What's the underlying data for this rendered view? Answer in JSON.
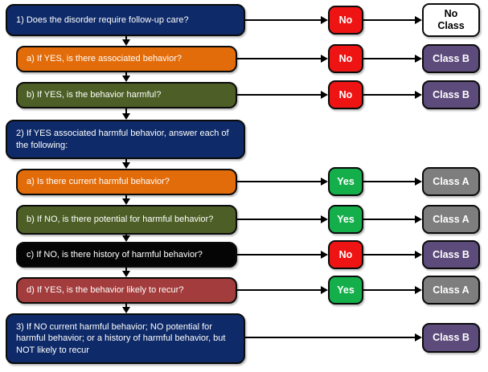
{
  "palette": {
    "navy": "#0E2A68",
    "orange": "#E36C0A",
    "olive": "#4D5F26",
    "black": "#050505",
    "maroon": "#A33C3C",
    "answer_no_red": "#EE1414",
    "answer_yes_green": "#14AF4B",
    "result_class_b_purple": "#5D4B7C",
    "result_class_a_gray": "#7E7E7E",
    "result_no_class_white": "#FFFFFF",
    "arrow_black": "#000000",
    "text_light": "#FFFFFF",
    "text_dark": "#000000"
  },
  "flowchart": {
    "questions": [
      {
        "id": "q1",
        "text": "1) Does the disorder require follow-up care?",
        "bg": "#0E2A68",
        "fg": "#FFFFFF"
      },
      {
        "id": "q1a",
        "text": "a) If YES, is there associated behavior?",
        "bg": "#E36C0A",
        "fg": "#FFFFFF"
      },
      {
        "id": "q1b",
        "text": "b) If YES, is the behavior harmful?",
        "bg": "#4D5F26",
        "fg": "#FFFFFF"
      },
      {
        "id": "q2",
        "text": "2) If YES associated harmful behavior, answer each of the following:",
        "bg": "#0E2A68",
        "fg": "#FFFFFF"
      },
      {
        "id": "q2a",
        "text": "a) Is there current harmful behavior?",
        "bg": "#E36C0A",
        "fg": "#FFFFFF"
      },
      {
        "id": "q2b",
        "text": "b) If NO, is there potential for harmful behavior?",
        "bg": "#4D5F26",
        "fg": "#FFFFFF"
      },
      {
        "id": "q2c",
        "text": "c) If NO, is there history of harmful behavior?",
        "bg": "#050505",
        "fg": "#FFFFFF"
      },
      {
        "id": "q2d",
        "text": "d) If YES, is the behavior likely to recur?",
        "bg": "#A33C3C",
        "fg": "#FFFFFF"
      },
      {
        "id": "q3",
        "text": "3) If NO current harmful behavior; NO potential for harmful behavior; or a history of harmful behavior, but NOT likely to recur",
        "bg": "#0E2A68",
        "fg": "#FFFFFF"
      }
    ],
    "answers": [
      {
        "text": "No",
        "bg": "#EE1414",
        "fg": "#FFFFFF"
      },
      {
        "text": "No",
        "bg": "#EE1414",
        "fg": "#FFFFFF"
      },
      {
        "text": "No",
        "bg": "#EE1414",
        "fg": "#FFFFFF"
      },
      {
        "text": "Yes",
        "bg": "#14AF4B",
        "fg": "#FFFFFF"
      },
      {
        "text": "Yes",
        "bg": "#14AF4B",
        "fg": "#FFFFFF"
      },
      {
        "text": "No",
        "bg": "#EE1414",
        "fg": "#FFFFFF"
      },
      {
        "text": "Yes",
        "bg": "#14AF4B",
        "fg": "#FFFFFF"
      }
    ],
    "results": [
      {
        "text": "No\nClass",
        "bg": "#FFFFFF",
        "fg": "#000000"
      },
      {
        "text": "Class B",
        "bg": "#5D4B7C",
        "fg": "#FFFFFF"
      },
      {
        "text": "Class B",
        "bg": "#5D4B7C",
        "fg": "#FFFFFF"
      },
      {
        "text": "Class A",
        "bg": "#7E7E7E",
        "fg": "#FFFFFF"
      },
      {
        "text": "Class A",
        "bg": "#7E7E7E",
        "fg": "#FFFFFF"
      },
      {
        "text": "Class B",
        "bg": "#5D4B7C",
        "fg": "#FFFFFF"
      },
      {
        "text": "Class A",
        "bg": "#7E7E7E",
        "fg": "#FFFFFF"
      },
      {
        "text": "Class B",
        "bg": "#5D4B7C",
        "fg": "#FFFFFF"
      }
    ]
  }
}
